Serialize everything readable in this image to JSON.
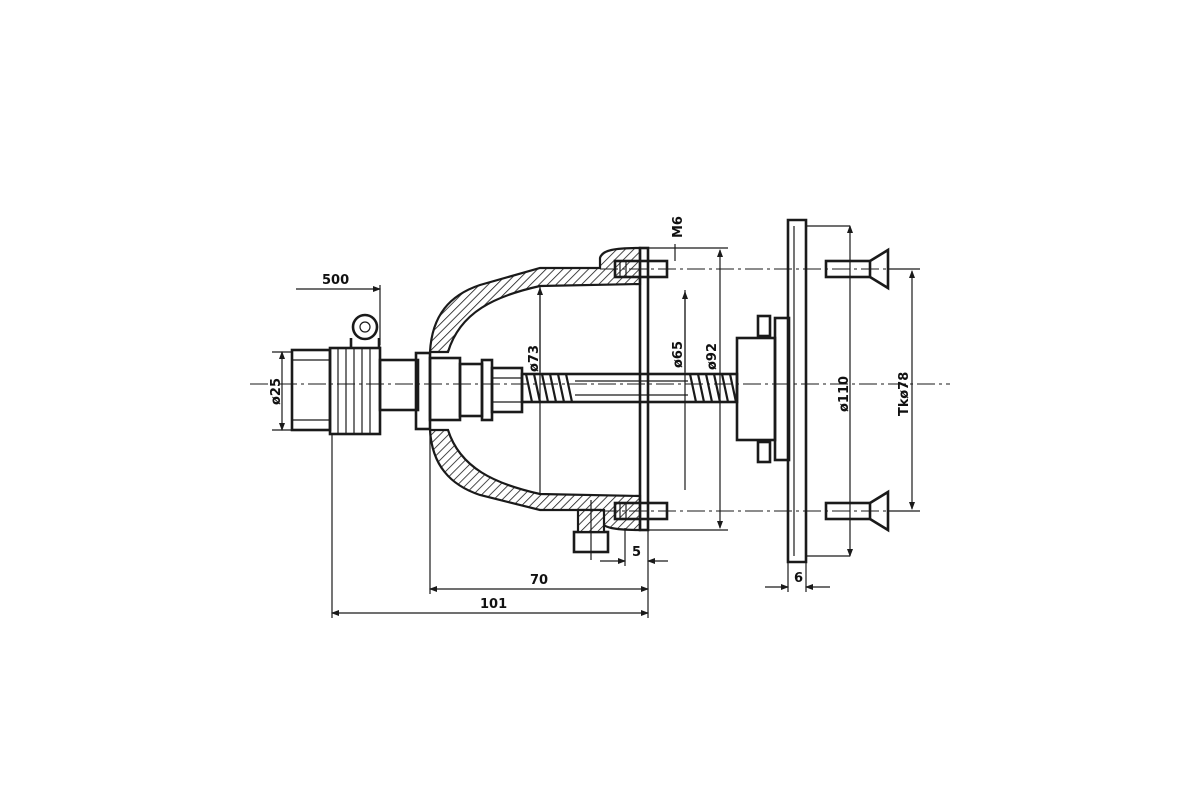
{
  "dimensions": {
    "d500": "500",
    "d25": "ø25",
    "d73": "ø73",
    "d65": "ø65",
    "d92": "ø92",
    "m6": "M6",
    "d110": "ø110",
    "tk78": "Tkø78",
    "d70": "70",
    "d101": "101",
    "d5": "5",
    "d6": "6"
  },
  "colors": {
    "line": "#1a1a1a",
    "background": "#ffffff"
  }
}
